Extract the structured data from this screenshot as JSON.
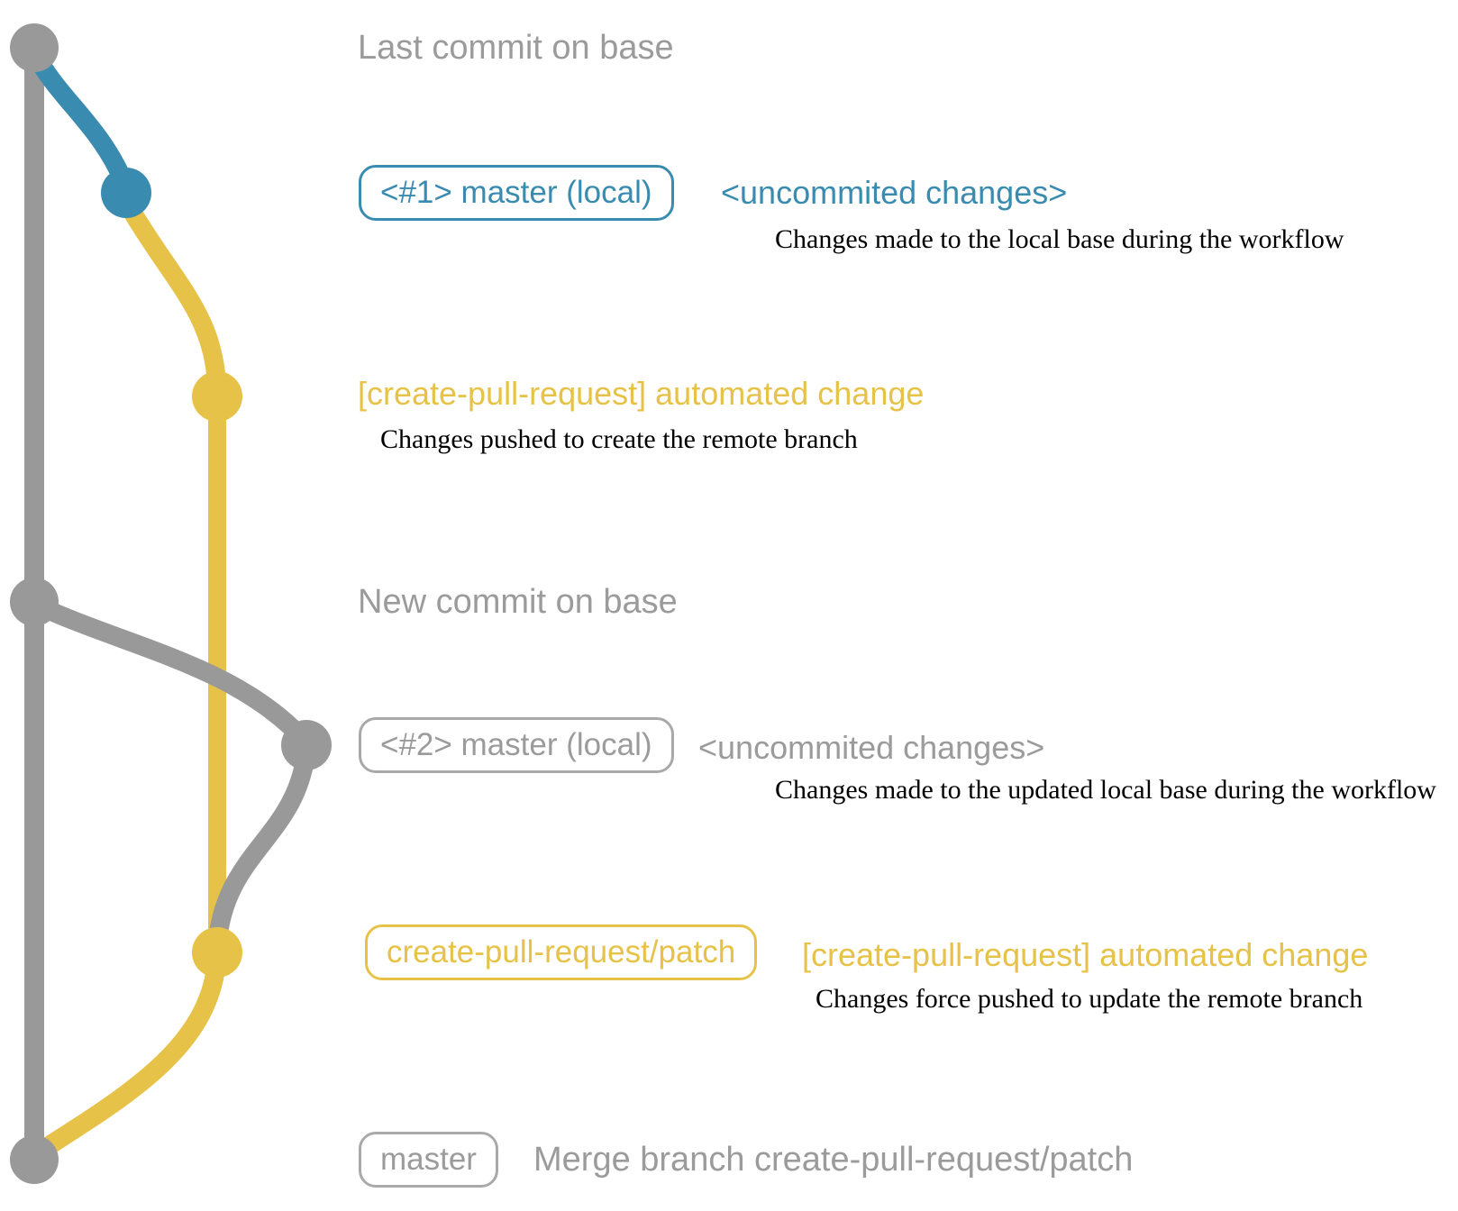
{
  "colors": {
    "base_gray": "#999999",
    "label_gray": "#9b9b9b",
    "blue": "#3a8bb0",
    "yellow": "#e7c248",
    "black": "#000000"
  },
  "graph": {
    "branches": [
      {
        "name": "base (master remote)",
        "color": "#999999"
      },
      {
        "name": "master (local)",
        "color": "#3a8bb0"
      },
      {
        "name": "create-pull-request/patch",
        "color": "#e7c248"
      }
    ],
    "commits": [
      {
        "id": "last-commit-on-base",
        "branch": "base",
        "color": "#999999"
      },
      {
        "id": "local-master-uncommitted-1",
        "branch": "master-local",
        "color": "#3a8bb0"
      },
      {
        "id": "automated-change-1",
        "branch": "create-pull-request/patch",
        "color": "#e7c248"
      },
      {
        "id": "new-commit-on-base",
        "branch": "base",
        "color": "#999999"
      },
      {
        "id": "local-master-uncommitted-2",
        "branch": "master-local",
        "color": "#999999"
      },
      {
        "id": "automated-change-2",
        "branch": "create-pull-request/patch",
        "color": "#e7c248"
      },
      {
        "id": "merge-commit",
        "branch": "base",
        "color": "#999999"
      }
    ]
  },
  "rows": {
    "last_commit": {
      "title": "Last commit on base"
    },
    "workflow_1": {
      "badge": "<#1> master (local)",
      "note": "<uncommited changes>",
      "desc": "Changes made to the local base during the workflow"
    },
    "automated_1": {
      "label": "[create-pull-request] automated change",
      "desc": "Changes pushed to create the remote branch"
    },
    "new_commit": {
      "title": "New commit on base"
    },
    "workflow_2": {
      "badge": "<#2> master (local)",
      "note": "<uncommited changes>",
      "desc": "Changes made to the updated local base during the workflow"
    },
    "automated_2": {
      "badge": "create-pull-request/patch",
      "label": "[create-pull-request] automated change",
      "desc": "Changes force pushed to update the remote branch"
    },
    "merge": {
      "badge": "master",
      "title": "Merge branch create-pull-request/patch"
    }
  }
}
